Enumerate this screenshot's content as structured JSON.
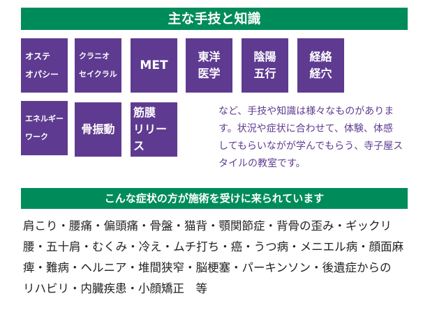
{
  "section1": {
    "title": "主な手技と知識",
    "tiles": [
      "オステ\nオパシー",
      "クラニオ\nセイクラル",
      "MET",
      "東洋\n医学",
      "陰陽\n五行",
      "経絡\n経穴",
      "エネルギー\nワーク",
      "骨振動",
      "筋膜\nリリース"
    ],
    "description": [
      "など、手技や知識は様々なものがありま",
      "す。状況や症状に合わせて、体験、体感",
      "してもらいながが学んでもらう、寺子屋ス",
      "タイルの教室です。"
    ]
  },
  "section2": {
    "title": "こんな症状の方が施術を受けに来られています",
    "symptoms": [
      "肩こり・腰痛・偏頭痛・骨盤・猫背・顎関節症・背骨の歪み・ギックリ",
      "腰・五十肩・むくみ・冷え・ムチ打ち・癌・うつ病・メニエル病・顔面麻",
      "痺・難病・ヘルニア・堆間狭窄・脳梗塞・パーキンソン・後遺症からの",
      "リハビリ・内臓疾患・小顔矯正　等"
    ]
  },
  "colors": {
    "green": "#008c5a",
    "purple": "#5e3b90"
  }
}
